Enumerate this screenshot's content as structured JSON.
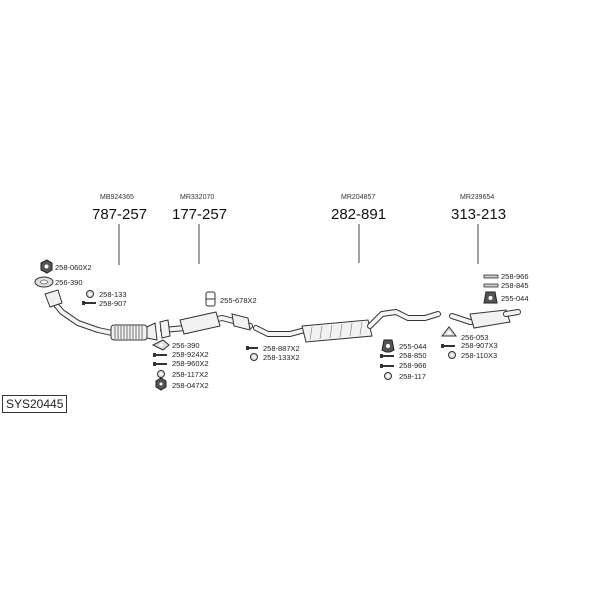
{
  "system_code": "SYS20445",
  "assemblies": [
    {
      "oem": "MB924365",
      "part": "787-257"
    },
    {
      "oem": "MR332070",
      "part": "177-257"
    },
    {
      "oem": "MR204857",
      "part": "282-891"
    },
    {
      "oem": "MR239654",
      "part": "313-213"
    }
  ],
  "parts": {
    "p1": "258-060X2",
    "p2": "256-390",
    "p3": "258-133",
    "p4": "258-907",
    "p5": "255-678X2",
    "p6": "256-390",
    "p7": "258-924X2",
    "p8": "258-960X2",
    "p9": "258-117X2",
    "p10": "258-047X2",
    "p11": "258-887X2",
    "p12": "258-133X2",
    "p13": "255-044",
    "p14": "258-850",
    "p15": "258-966",
    "p16": "258-117",
    "p17": "258-966",
    "p18": "258-845",
    "p19": "255-044",
    "p20": "256-053",
    "p21": "258-907X3",
    "p22": "258-110X3"
  },
  "icons": [
    "nut-icon",
    "gasket-icon",
    "washer-icon",
    "bolt-icon",
    "hanger-icon",
    "clamp-icon",
    "spring-icon"
  ]
}
